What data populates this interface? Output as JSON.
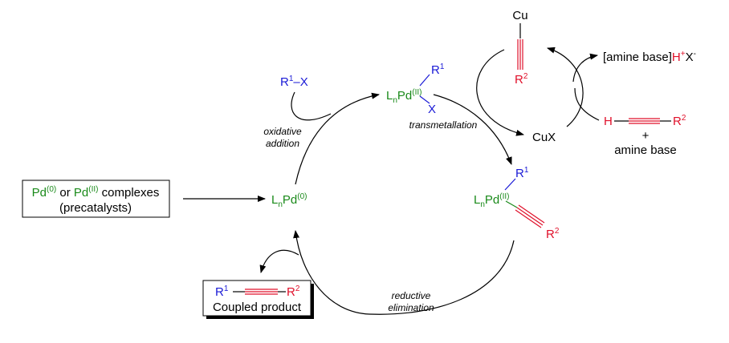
{
  "colors": {
    "black": "#000000",
    "pd_green": "#1a8a1a",
    "r1_blue": "#1a1ad6",
    "r2_red": "#e0102a"
  },
  "precatalyst": {
    "pd": "Pd",
    "pd0_ox": "(0)",
    "or": " or ",
    "pd2": "Pd",
    "pd2_ox": "(II)",
    "complexes": " complexes",
    "subtitle": "(precatalysts)"
  },
  "catalyst": {
    "l": "L",
    "n": "n",
    "pd": "Pd",
    "ox": "(0)"
  },
  "pd_ii_halide": {
    "l": "L",
    "n": "n",
    "pd": "Pd",
    "ox": "(II)",
    "r1": "R",
    "r1_sup": "1",
    "x": "X"
  },
  "pd_ii_alkynyl": {
    "l": "L",
    "n": "n",
    "pd": "Pd",
    "ox": "(II)",
    "r1": "R",
    "r1_sup": "1",
    "r2": "R",
    "r2_sup": "2"
  },
  "aryl_halide": {
    "r": "R",
    "sup": "1",
    "x": "–X"
  },
  "copper_acetylide": {
    "cu": "Cu",
    "r2": "R",
    "r2_sup": "2"
  },
  "cux": "CuX",
  "ammonium_salt": {
    "amine": "[amine base]",
    "h": "H",
    "plus": "+",
    "x": "X",
    "minus": "-"
  },
  "terminal_alkyne": {
    "h": "H",
    "r2": "R",
    "r2_sup": "2",
    "plus_sign": "+",
    "amine": "amine base"
  },
  "steps": {
    "oxidative_1": "oxidative",
    "oxidative_2": "addition",
    "transmetallation": "transmetallation",
    "reductive_1": "reductive",
    "reductive_2": "elimination"
  },
  "product": {
    "r1": "R",
    "r1_sup": "1",
    "r2": "R",
    "r2_sup": "2",
    "label": "Coupled product"
  }
}
